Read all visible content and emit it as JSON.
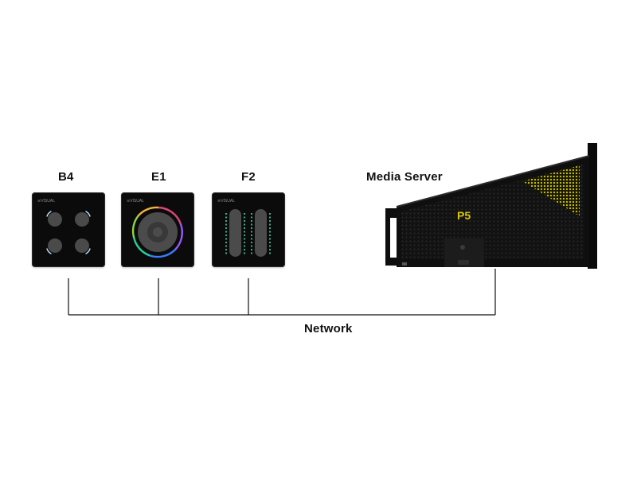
{
  "devices": {
    "b4": {
      "label": "B4"
    },
    "e1": {
      "label": "E1"
    },
    "f2": {
      "label": "F2"
    },
    "media_server": {
      "label": "Media Server"
    }
  },
  "network": {
    "label": "Network"
  },
  "colors": {
    "wire": "#111111",
    "device_body": "#0b0b0b",
    "b4_led": "#bfe6ff",
    "f2_led": "#3fd6b0",
    "server_accent": "#d8c800"
  },
  "icons": {
    "b4": "four-button-panel-icon",
    "e1": "rotary-encoder-panel-icon",
    "f2": "dual-fader-panel-icon",
    "media_server": "rack-server-icon"
  }
}
